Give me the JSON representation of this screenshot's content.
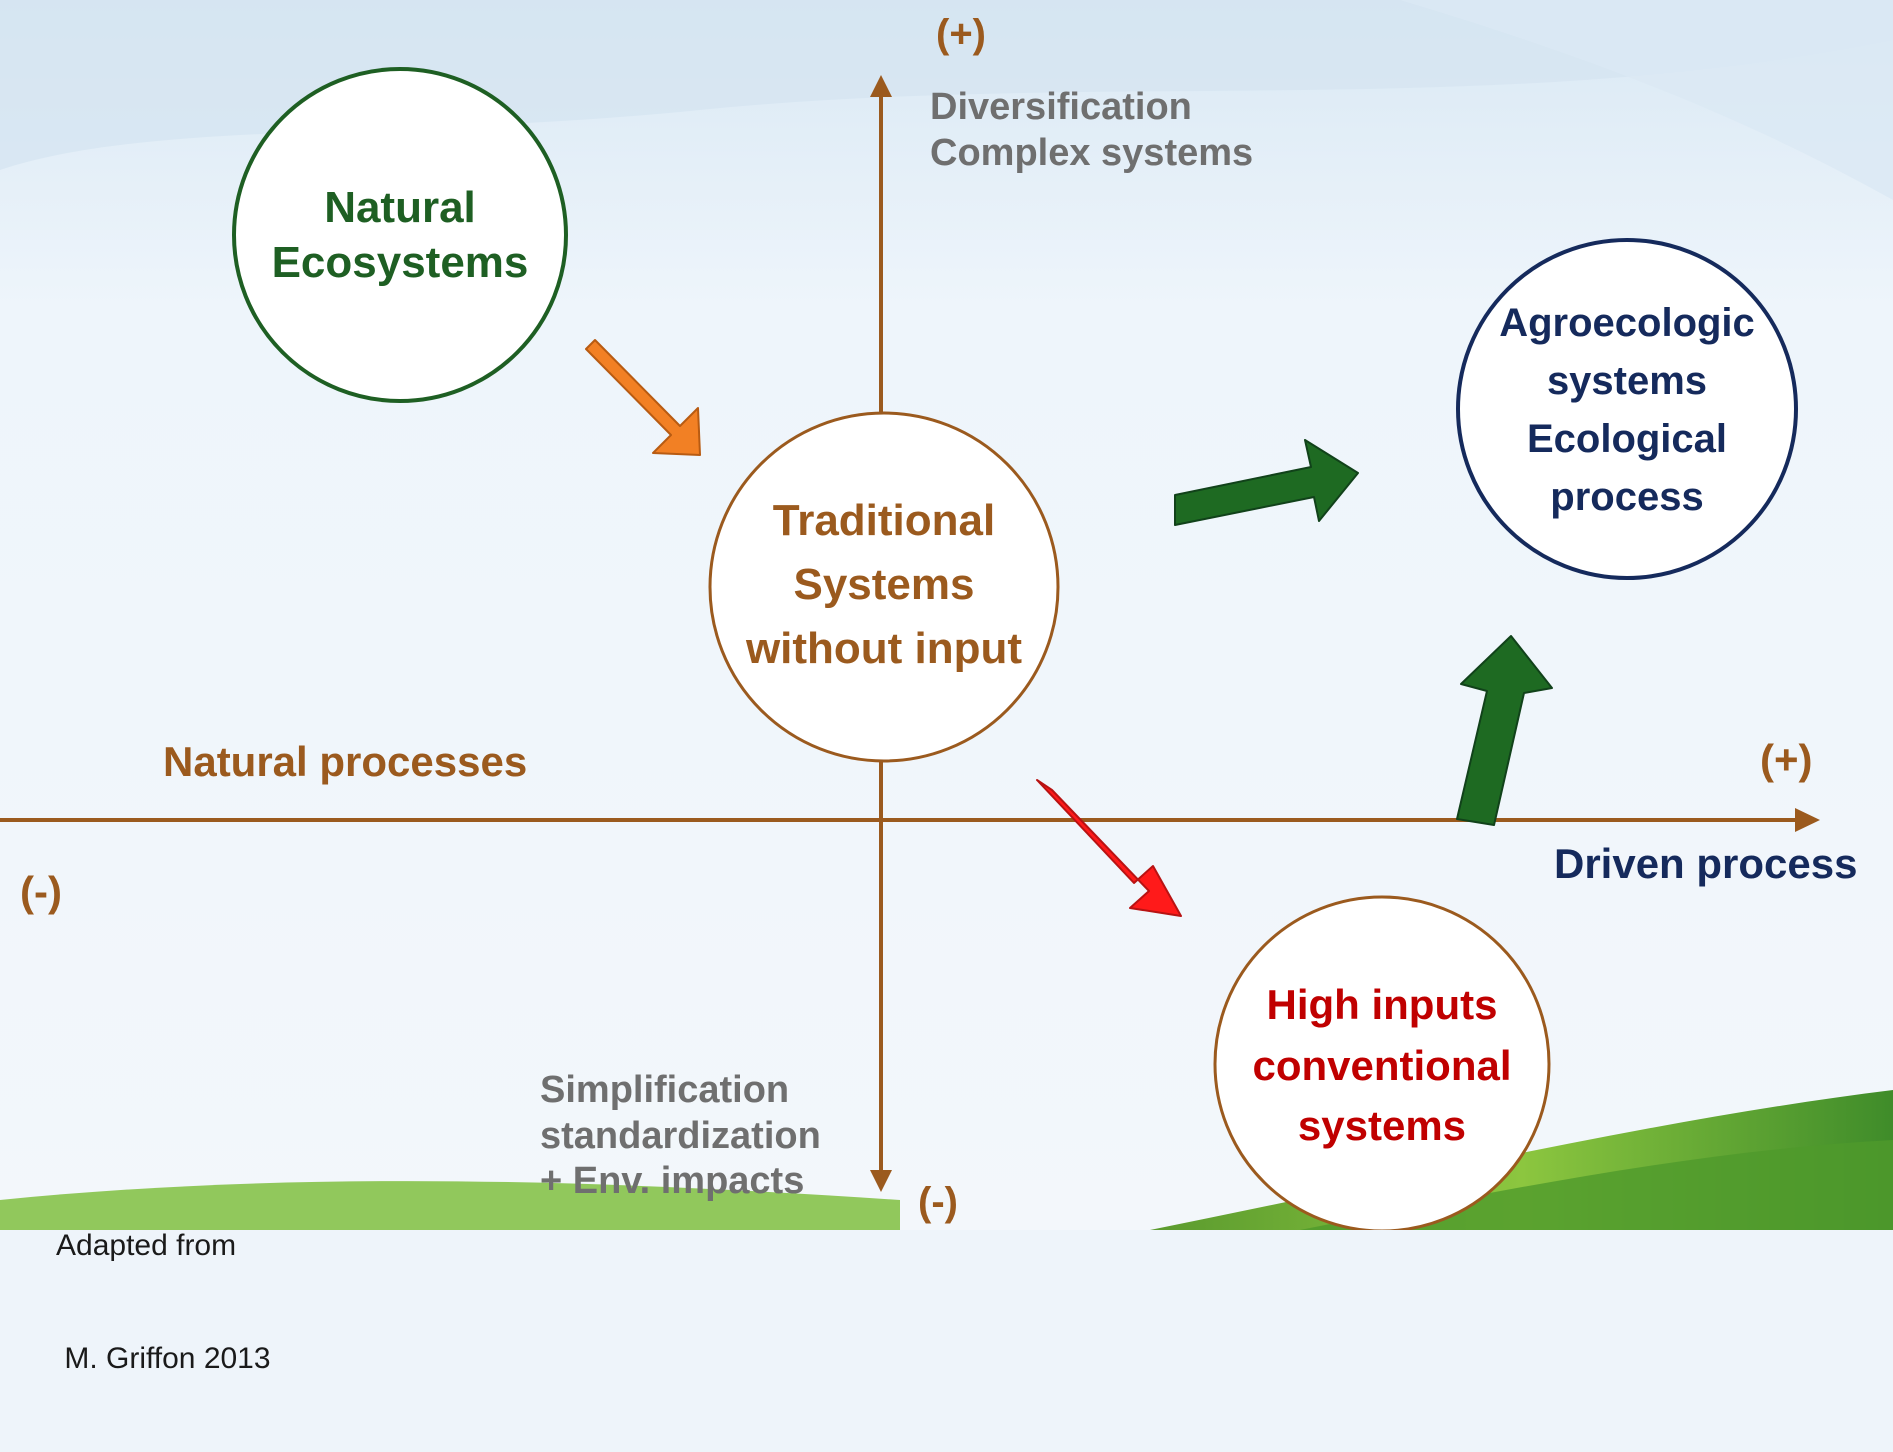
{
  "diagram": {
    "y_axis": {
      "top_sign": "(+)",
      "top_lines": [
        "Diversification",
        "Complex systems"
      ],
      "bottom_sign": "(-)",
      "bottom_lines": [
        "Simplification",
        "standardization",
        "+ Env. impacts"
      ]
    },
    "x_axis": {
      "left_label": "Natural processes",
      "left_sign": "(-)",
      "right_sign": "(+)",
      "right_label": "Driven process"
    },
    "nodes": {
      "natural": {
        "lines": [
          "Natural",
          "Ecosystems"
        ]
      },
      "traditional": {
        "lines": [
          "Traditional",
          "Systems",
          "without input"
        ]
      },
      "agroecologic": {
        "lines": [
          "Agroecologic",
          "systems",
          "Ecological",
          "process"
        ]
      },
      "high_inputs": {
        "lines": [
          "High inputs",
          "conventional",
          "systems"
        ]
      }
    },
    "credit": {
      "lines": [
        "Adapted from",
        " M. Griffon 2013"
      ]
    }
  },
  "colors": {
    "axis": "#9b5a1e",
    "axis_text": "#9b5a1e",
    "gray_text": "#6f6f6f",
    "natural": "#1e5f23",
    "traditional": "#9b5a1e",
    "agroecologic": "#152a5c",
    "high_inputs": "#c00000",
    "arrow_orange": "#f28024",
    "arrow_green": "#1e6a22",
    "arrow_red": "#ff1a1a",
    "driven_text": "#152a5c"
  }
}
